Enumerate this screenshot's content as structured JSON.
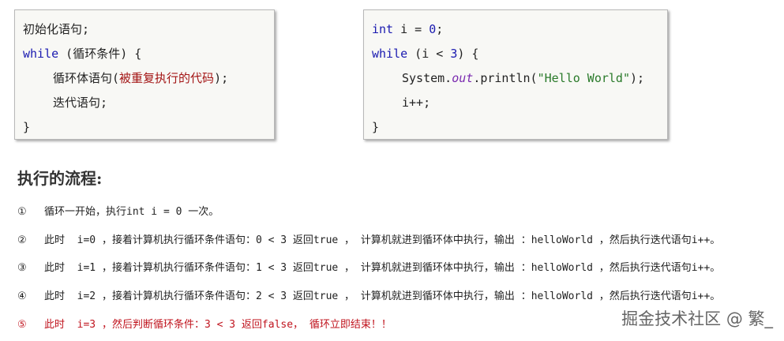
{
  "box_left": {
    "l1": "初始化语句;",
    "l2_kw": "while",
    "l2_rest": " (循环条件) {",
    "l3_pre": "循环体语句(",
    "l3_red": "被重复执行的代码",
    "l3_post": ");",
    "l4": "迭代语句;",
    "l5": "}"
  },
  "box_right": {
    "l1_kw": "int",
    "l1_mid": " i = ",
    "l1_num": "0",
    "l1_end": ";",
    "l2_kw": "while",
    "l2_mid": " (i < ",
    "l2_num": "3",
    "l2_end": ") {",
    "l3_pre": "System.",
    "l3_fld": "out",
    "l3_mid": ".println(",
    "l3_str": "\"Hello World\"",
    "l3_end": ");",
    "l4": "i++;",
    "l5": "}"
  },
  "heading": "执行的流程:",
  "steps": [
    {
      "mark": "①",
      "text": "循环一开始，执行int i = 0 一次。"
    },
    {
      "mark": "②",
      "text": "此时  i=0 ，接着计算机执行循环条件语句：0 < 3 返回true ， 计算机就进到循环体中执行，输出 ：helloWorld ，然后执行迭代语句i++。"
    },
    {
      "mark": "③",
      "text": "此时  i=1 ，接着计算机执行循环条件语句：1 < 3 返回true ， 计算机就进到循环体中执行，输出 ：helloWorld ，然后执行迭代语句i++。"
    },
    {
      "mark": "④",
      "text": "此时  i=2 ，接着计算机执行循环条件语句：2 < 3 返回true ， 计算机就进到循环体中执行，输出 ：helloWorld ，然后执行迭代语句i++。"
    },
    {
      "mark": "⑤",
      "text": "此时  i=3 ，然后判断循环条件：3 < 3 返回false， 循环立即结束！！"
    }
  ],
  "watermark": "掘金技术社区 @ 繁_"
}
